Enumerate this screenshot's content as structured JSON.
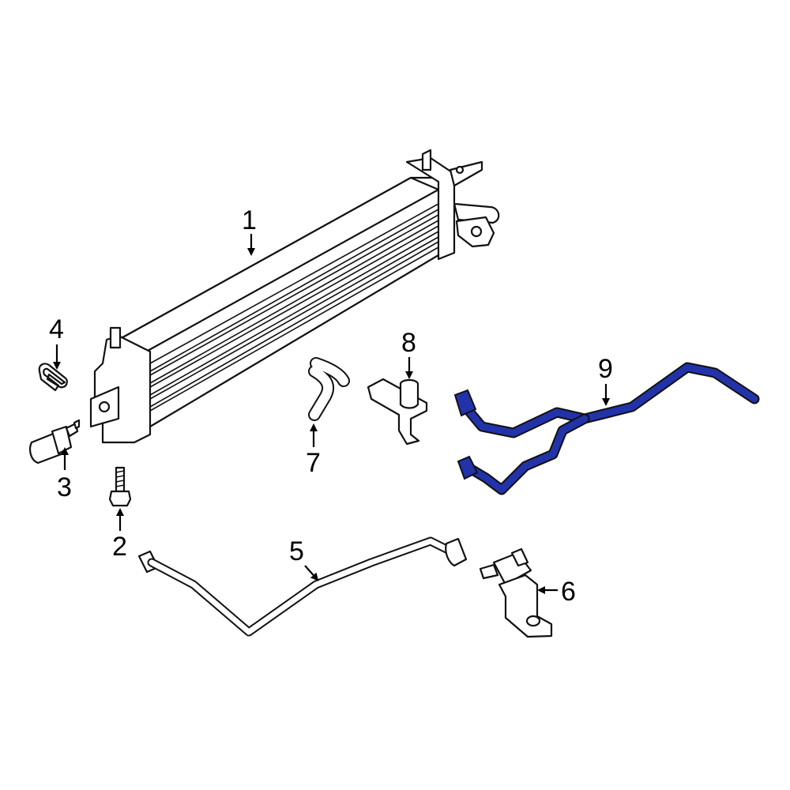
{
  "diagram": {
    "highlight_color": "#2233aa",
    "outline_color": "#111111",
    "callouts": [
      {
        "id": "1",
        "label": "1",
        "part": "oil-cooler"
      },
      {
        "id": "2",
        "label": "2",
        "part": "bolt"
      },
      {
        "id": "3",
        "label": "3",
        "part": "fitting"
      },
      {
        "id": "4",
        "label": "4",
        "part": "retainer-clip"
      },
      {
        "id": "5",
        "label": "5",
        "part": "cooler-line"
      },
      {
        "id": "6",
        "label": "6",
        "part": "valve"
      },
      {
        "id": "7",
        "label": "7",
        "part": "hose"
      },
      {
        "id": "8",
        "label": "8",
        "part": "bracket"
      },
      {
        "id": "9",
        "label": "9",
        "part": "cooler-lines-highlighted"
      }
    ]
  }
}
